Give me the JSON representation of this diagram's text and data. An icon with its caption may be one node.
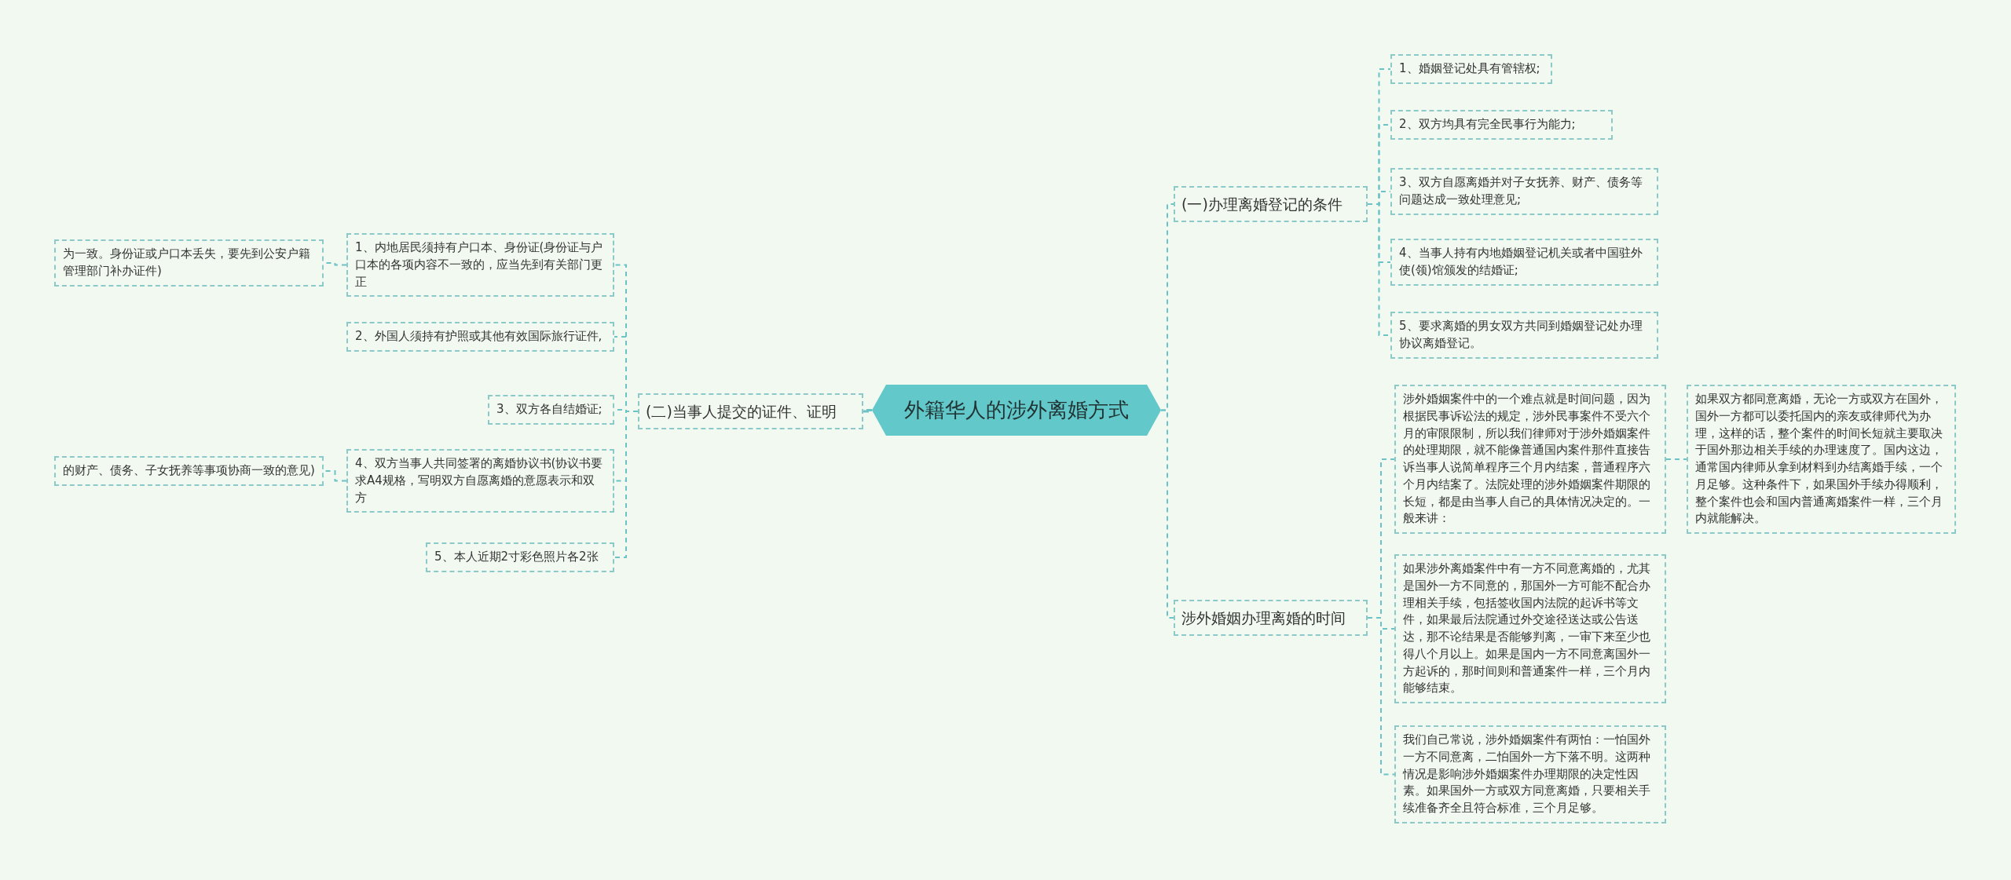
{
  "diagram": {
    "nodes": [
      {
        "text": [
          "外籍华人的涉外离婚方式"
        ]
      },
      {
        "text": [
          "(二)当事人提交的证件、证明"
        ]
      },
      {
        "text": [
          "1、内地居民须持有户口本、身份证(身份证与户口本的各项内容不一致的，应当先到有关部门更正"
        ]
      },
      {
        "text": [
          "为一致。身份证或户口本丢失，要先到公安户籍管理部门补办证件)"
        ]
      },
      {
        "text": [
          "2、外国人须持有护照或其他有效国际旅行证件,"
        ]
      },
      {
        "text": [
          "3、双方各自结婚证;"
        ]
      },
      {
        "text": [
          "4、双方当事人共同签署的离婚协议书(协议书要求A4规格，写明双方自愿离婚的意愿表示和双方"
        ]
      },
      {
        "text": [
          "的财产、债务、子女抚养等事项协商一致的意见)"
        ]
      },
      {
        "text": [
          "5、本人近期2寸彩色照片各2张"
        ]
      },
      {
        "text": [
          "(一)办理离婚登记的条件"
        ]
      },
      {
        "text": [
          "1、婚姻登记处具有管辖权;"
        ]
      },
      {
        "text": [
          "2、双方均具有完全民事行为能力;"
        ]
      },
      {
        "text": [
          "3、双方自愿离婚并对子女抚养、财产、债务等问题达成一致处理意见;"
        ]
      },
      {
        "text": [
          "4、当事人持有内地婚姻登记机关或者中国驻外使(领)馆颁发的结婚证;"
        ]
      },
      {
        "text": [
          "5、要求离婚的男女双方共同到婚姻登记处办理协议离婚登记。"
        ]
      },
      {
        "text": [
          "涉外婚姻办理离婚的时间"
        ]
      },
      {
        "text": [
          "涉外婚姻案件中的一个难点就是时间问题，因为根据民事诉讼法的规定，涉外民事案件不受六个月的审限限制，所以我们律师对于涉外婚姻案件的处理期限，就不能像普通国内案件那件直接告诉当事人说简单程序三个月内结案，普通程序六个月内结案了。法院处理的涉外婚姻案件期限的长短，都是由当事人自己的具体情况决定的。一般来讲："
        ]
      },
      {
        "text": [
          "如果双方都同意离婚，无论一方或双方在国外，国外一方都可以委托国内的亲友或律师代为办理，这样的话，整个案件的时间长短就主要取决于国外那边相关手续的办理速度了。国内这边，通常国内律师从拿到材料到办结离婚手续，一个月足够。这种条件下，如果国外手续办得顺利，整个案件也会和国内普通离婚案件一样，三个月内就能解决。"
        ]
      },
      {
        "text": [
          "如果涉外离婚案件中有一方不同意离婚的，尤其是国外一方不同意的，那国外一方可能不配合办理相关手续，包括签收国内法院的起诉书等文件，如果最后法院通过外交途径送达或公告送达，那不论结果是否能够判离，一审下来至少也得八个月以上。如果是国内一方不同意离国外一方起诉的，那时间则和普通案件一样，三个月内能够结束。"
        ]
      },
      {
        "text": [
          "我们自己常说，涉外婚姻案件有两怕：一怕国外一方不同意离，二怕国外一方下落不明。这两种情况是影响涉外婚姻案件办理期限的决定性因素。如果国外一方或双方同意离婚，只要相关手续准备齐全且符合标准，三个月足够。"
        ]
      }
    ],
    "edges": [
      {
        "from": 0,
        "to": 1,
        "arrow": "none"
      },
      {
        "from": 1,
        "to": 2,
        "arrow": "none",
        "style": "dashed"
      },
      {
        "from": 2,
        "to": 3,
        "arrow": "none",
        "style": "dashed"
      },
      {
        "from": 1,
        "to": 4,
        "arrow": "none",
        "style": "dashed"
      },
      {
        "from": 1,
        "to": 5,
        "arrow": "none",
        "style": "dashed"
      },
      {
        "from": 1,
        "to": 6,
        "arrow": "none",
        "style": "dashed"
      },
      {
        "from": 6,
        "to": 7,
        "arrow": "none",
        "style": "dashed"
      },
      {
        "from": 1,
        "to": 8,
        "arrow": "none",
        "style": "dashed"
      },
      {
        "from": 0,
        "to": 9,
        "arrow": "none",
        "style": "dashed"
      },
      {
        "from": 9,
        "to": 10,
        "arrow": "none",
        "style": "dashed"
      },
      {
        "from": 9,
        "to": 11,
        "arrow": "none",
        "style": "dashed"
      },
      {
        "from": 9,
        "to": 12,
        "arrow": "none",
        "style": "dashed"
      },
      {
        "from": 9,
        "to": 13,
        "arrow": "none",
        "style": "dashed"
      },
      {
        "from": 9,
        "to": 14,
        "arrow": "none",
        "style": "dashed"
      },
      {
        "from": 0,
        "to": 15,
        "arrow": "none",
        "style": "dashed"
      },
      {
        "from": 15,
        "to": 16,
        "arrow": "none",
        "style": "dashed"
      },
      {
        "from": 16,
        "to": 17,
        "arrow": "none",
        "style": "dashed"
      },
      {
        "from": 15,
        "to": 18,
        "arrow": "none",
        "style": "dashed"
      },
      {
        "from": 15,
        "to": 19,
        "arrow": "none",
        "style": "dashed"
      }
    ]
  }
}
